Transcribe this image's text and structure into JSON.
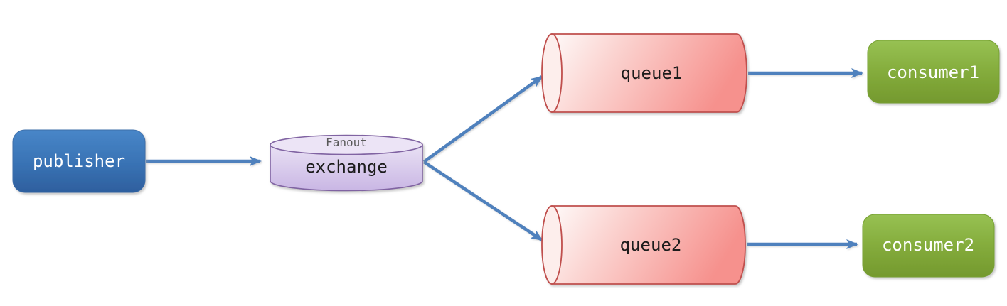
{
  "diagram": {
    "description": "fanout-exchange-message-flow",
    "background_color": "#ffffff",
    "arrow_color": "#4f81bd",
    "nodes": {
      "publisher": {
        "label": "publisher",
        "shape": "rounded-rectangle",
        "fill_top": "#4583c5",
        "fill_bottom": "#2e5f9e",
        "text_color": "#ffffff"
      },
      "exchange": {
        "label": "exchange",
        "type_label": "Fanout",
        "shape": "cylinder-vertical",
        "fill_light": "#ece4f6",
        "fill_dark": "#c9b6e4",
        "stroke": "#8064a2",
        "text_color": "#1a1a1a",
        "type_label_color": "#595959"
      },
      "queue1": {
        "label": "queue1",
        "shape": "cylinder-horizontal",
        "fill_light": "#fdf4f3",
        "fill_dark": "#f6918d",
        "stroke": "#c0504d",
        "text_color": "#1a1a1a"
      },
      "queue2": {
        "label": "queue2",
        "shape": "cylinder-horizontal",
        "fill_light": "#fdf4f3",
        "fill_dark": "#f6918d",
        "stroke": "#c0504d",
        "text_color": "#1a1a1a"
      },
      "consumer1": {
        "label": "consumer1",
        "shape": "rounded-rectangle",
        "fill_top": "#95bf4f",
        "fill_bottom": "#74992e",
        "text_color": "#ffffff"
      },
      "consumer2": {
        "label": "consumer2",
        "shape": "rounded-rectangle",
        "fill_top": "#95bf4f",
        "fill_bottom": "#74992e",
        "text_color": "#ffffff"
      }
    },
    "edges": [
      {
        "from": "publisher",
        "to": "exchange"
      },
      {
        "from": "exchange",
        "to": "queue1"
      },
      {
        "from": "exchange",
        "to": "queue2"
      },
      {
        "from": "queue1",
        "to": "consumer1"
      },
      {
        "from": "queue2",
        "to": "consumer2"
      }
    ]
  }
}
